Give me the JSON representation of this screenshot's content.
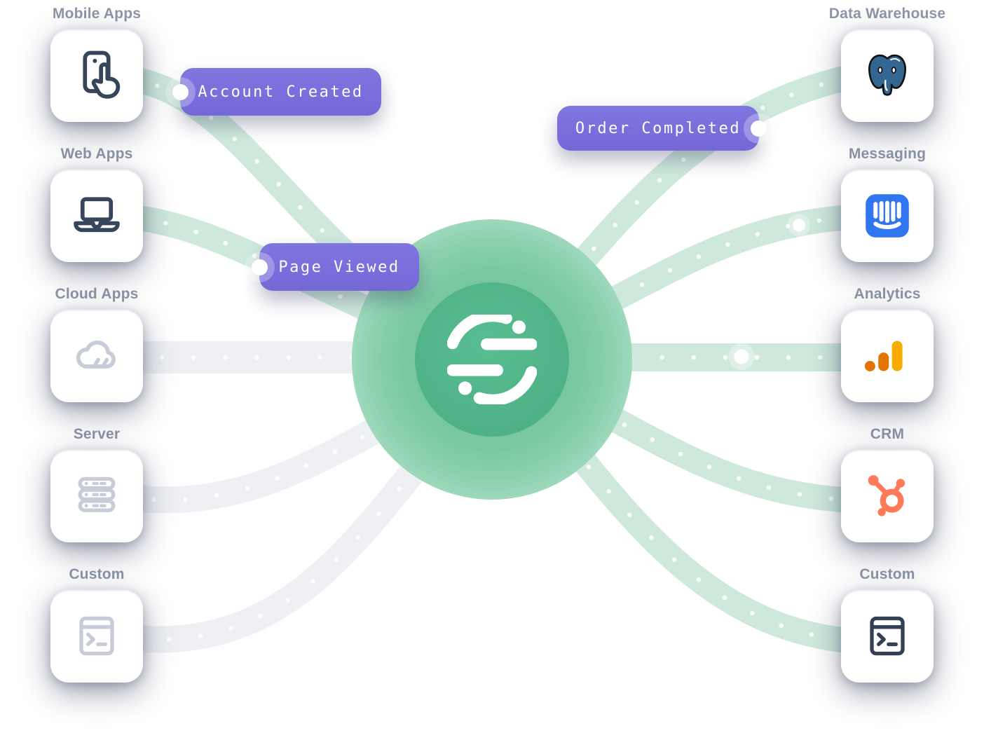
{
  "diagram": {
    "title": "Segment data flow diagram",
    "hub": {
      "name": "Segment",
      "logo": "segment-logo",
      "color": "#4fb286",
      "glow_color": "#8ed2b0"
    },
    "sources": {
      "items": [
        {
          "label": "Mobile Apps",
          "icon": "mobile-tap-icon",
          "icon_style": "dark"
        },
        {
          "label": "Web Apps",
          "icon": "laptop-icon",
          "icon_style": "dark"
        },
        {
          "label": "Cloud Apps",
          "icon": "cloud-icon",
          "icon_style": "light"
        },
        {
          "label": "Server",
          "icon": "server-icon",
          "icon_style": "light"
        },
        {
          "label": "Custom",
          "icon": "terminal-icon",
          "icon_style": "light"
        }
      ]
    },
    "destinations": {
      "items": [
        {
          "label": "Data Warehouse",
          "icon": "postgresql-icon"
        },
        {
          "label": "Messaging",
          "icon": "intercom-icon"
        },
        {
          "label": "Analytics",
          "icon": "google-analytics-icon"
        },
        {
          "label": "CRM",
          "icon": "hubspot-icon"
        },
        {
          "label": "Custom",
          "icon": "terminal-icon"
        }
      ]
    },
    "events": [
      {
        "label": "Account Created",
        "dot_side": "left"
      },
      {
        "label": "Page Viewed",
        "dot_side": "left"
      },
      {
        "label": "Order Completed",
        "dot_side": "right"
      }
    ],
    "colors": {
      "event_pill": "#7a6fdb",
      "connector_green": "#cee9dc",
      "connector_gray": "#eef0f4",
      "hub_green": "#4fb286",
      "icon_dark_navy": "#36455a",
      "icon_light_gray": "#c7ccd8",
      "label_gray": "#8e96a8",
      "postgres_blue": "#336791",
      "intercom_blue": "#2f76f0",
      "ga_amber": "#f9ab00",
      "ga_orange": "#e37400",
      "hubspot_orange": "#ff7a59"
    }
  }
}
